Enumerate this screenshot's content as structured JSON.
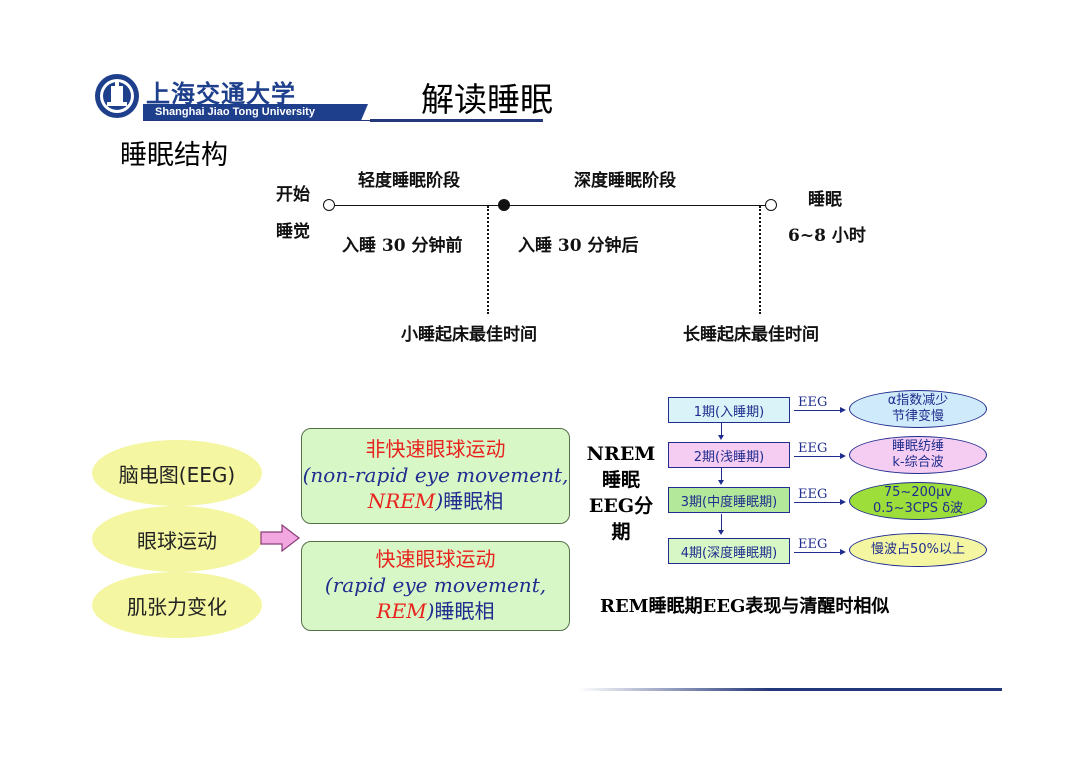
{
  "header": {
    "university_cn": "上海交通大学",
    "university_en": "Shanghai Jiao Tong University",
    "title": "解读睡眠",
    "emblem_icon": "sjtu-emblem-icon"
  },
  "section": {
    "title": "睡眠结构"
  },
  "timeline": {
    "start_line1": "开始",
    "start_line2": "睡觉",
    "light_phase": "轻度睡眠阶段",
    "deep_phase": "深度睡眠阶段",
    "end_line1": "睡眠",
    "end_line2": "6~8 小时",
    "before_30": "入睡 30 分钟前",
    "after_30": "入睡 30 分钟后",
    "nap_best": "小睡起床最佳时间",
    "long_best": "长睡起床最佳时间"
  },
  "indicators": [
    "脑电图(EEG)",
    "眼球运动",
    "肌张力变化"
  ],
  "phases": {
    "nrem": {
      "cn": "非快速眼球运动",
      "en": "(non-rapid eye movement,",
      "abbr": "NREM",
      "suffix_close": ")",
      "suffix": "睡眠相"
    },
    "rem": {
      "cn": "快速眼球运动",
      "en": "(rapid eye movement,",
      "abbr": "REM",
      "suffix_close": ")",
      "suffix": "睡眠相"
    }
  },
  "nrem_label": {
    "line1": "NREM",
    "line2": "睡眠",
    "line3": "EEG分期"
  },
  "stages": [
    {
      "label": "1期(入睡期)",
      "eeg": "EEG",
      "result_line1": "α指数减少",
      "result_line2": "节律变慢",
      "color": "#cfeafb"
    },
    {
      "label": "2期(浅睡期)",
      "eeg": "EEG",
      "result_line1": "睡眠纺缍",
      "result_line2": "k-综合波",
      "color": "#f6cdf2"
    },
    {
      "label": "3期(中度睡眠期)",
      "eeg": "EEG",
      "result_line1": "75~200μv",
      "result_line2": "0.5~3CPS δ波",
      "color": "#9dde3b"
    },
    {
      "label": "4期(深度睡眠期)",
      "eeg": "EEG",
      "result_line1": "慢波占50%以上",
      "result_line2": "",
      "color": "#f4f6a2"
    }
  ],
  "stage_box_colors": [
    "#daf3f8",
    "#f6cdf2",
    "#b3e89a",
    "#d8f7c7"
  ],
  "rem_note": "REM睡眠期EEG表现与清醒时相似",
  "colors": {
    "navy": "#1e3f8c",
    "oval": "#f4f6a2",
    "phase_box": "#d8f7c7",
    "red": "#e8231d",
    "arrow": "#f2a7e0"
  }
}
